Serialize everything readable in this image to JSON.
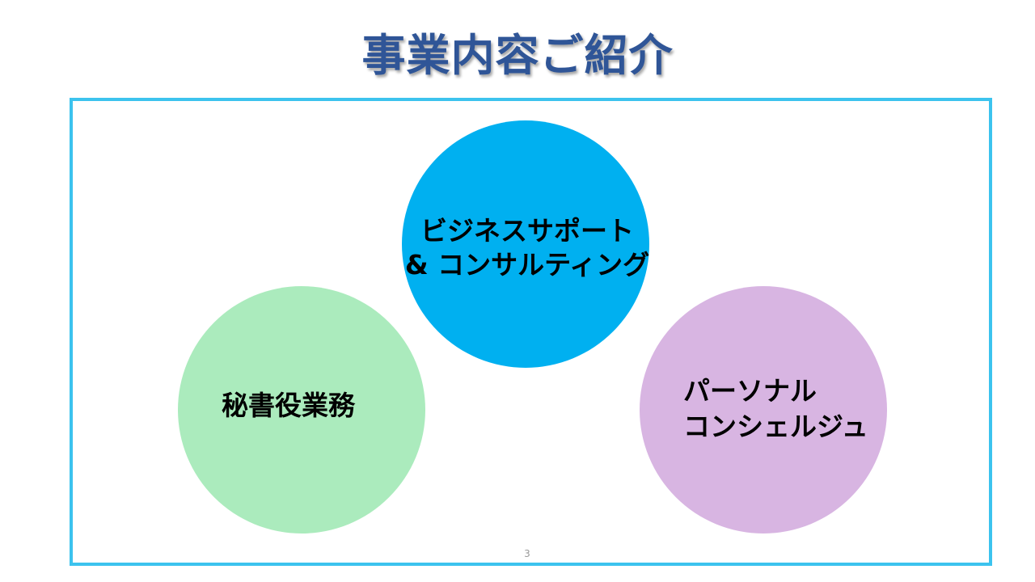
{
  "slide": {
    "title": "事業内容ご紹介",
    "page_number": "3"
  },
  "services": {
    "business_support": {
      "line1": "ビジネスサポート",
      "line2": "& コンサルティング",
      "color": "#00b0f0"
    },
    "secretary": {
      "label": "秘書役業務",
      "color": "#abebbd"
    },
    "concierge": {
      "line1": "パーソナル",
      "line2": "コンシェルジュ",
      "color": "#d8b5e2"
    }
  },
  "colors": {
    "title": "#2f5597",
    "frame_border": "#3cc3ee",
    "label_text": "#000000"
  }
}
